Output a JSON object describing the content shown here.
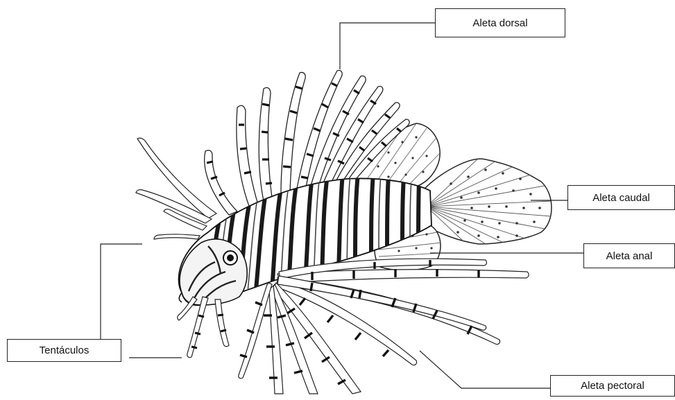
{
  "labels": {
    "dorsal": "Aleta dorsal",
    "caudal": "Aleta caudal",
    "anal": "Aleta anal",
    "tentacles": "Tentáculos",
    "pectoral": "Aleta pectoral"
  },
  "colors": {
    "ink": "#222222",
    "background": "#ffffff"
  }
}
